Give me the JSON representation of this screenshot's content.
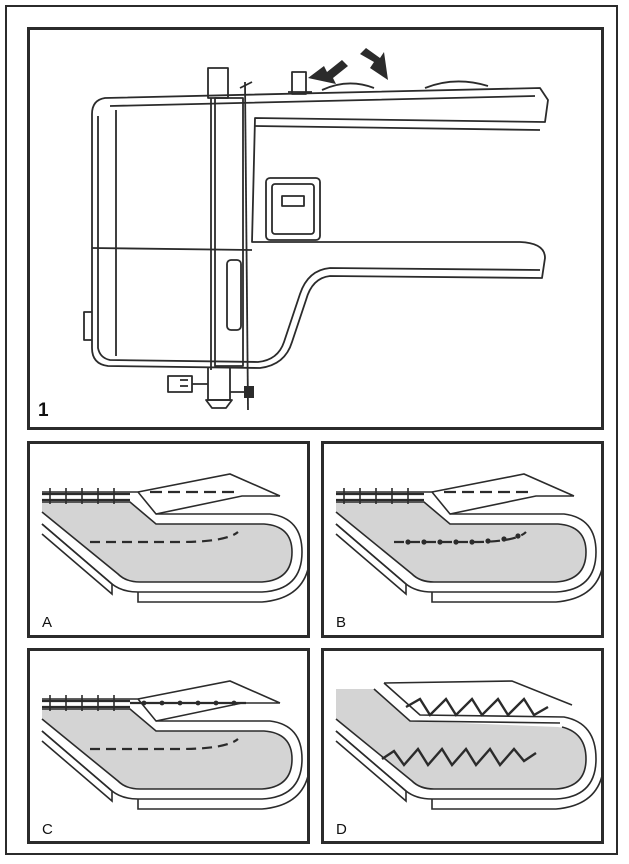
{
  "panels": {
    "main": {
      "label": "1"
    },
    "a": {
      "label": "A"
    },
    "b": {
      "label": "B"
    },
    "c": {
      "label": "C"
    },
    "d": {
      "label": "D"
    }
  },
  "colors": {
    "line": "#2b2b2b",
    "fabric": "#d4d4d4"
  }
}
